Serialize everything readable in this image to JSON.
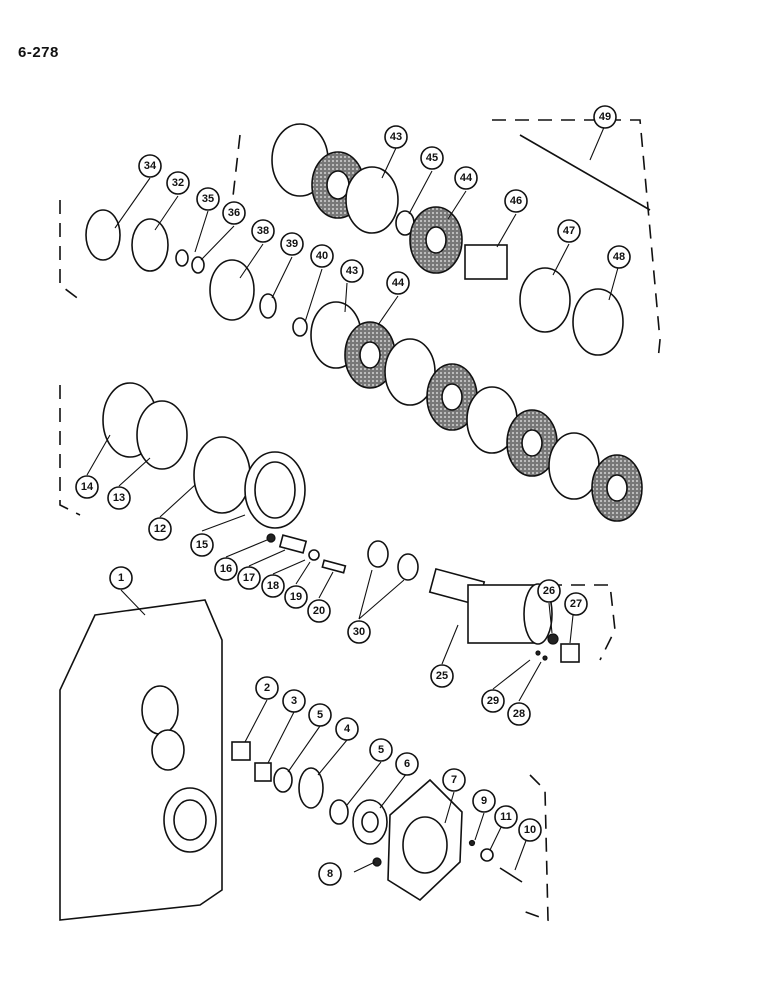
{
  "page": {
    "number": "6-278"
  },
  "callouts": [
    "1",
    "2",
    "3",
    "4",
    "5",
    "5",
    "6",
    "7",
    "8",
    "9",
    "10",
    "11",
    "12",
    "13",
    "14",
    "15",
    "16",
    "17",
    "18",
    "19",
    "20",
    "25",
    "26",
    "27",
    "28",
    "29",
    "30",
    "32",
    "34",
    "35",
    "36",
    "38",
    "39",
    "40",
    "43",
    "43",
    "44",
    "44",
    "45",
    "46",
    "47",
    "48",
    "49"
  ]
}
